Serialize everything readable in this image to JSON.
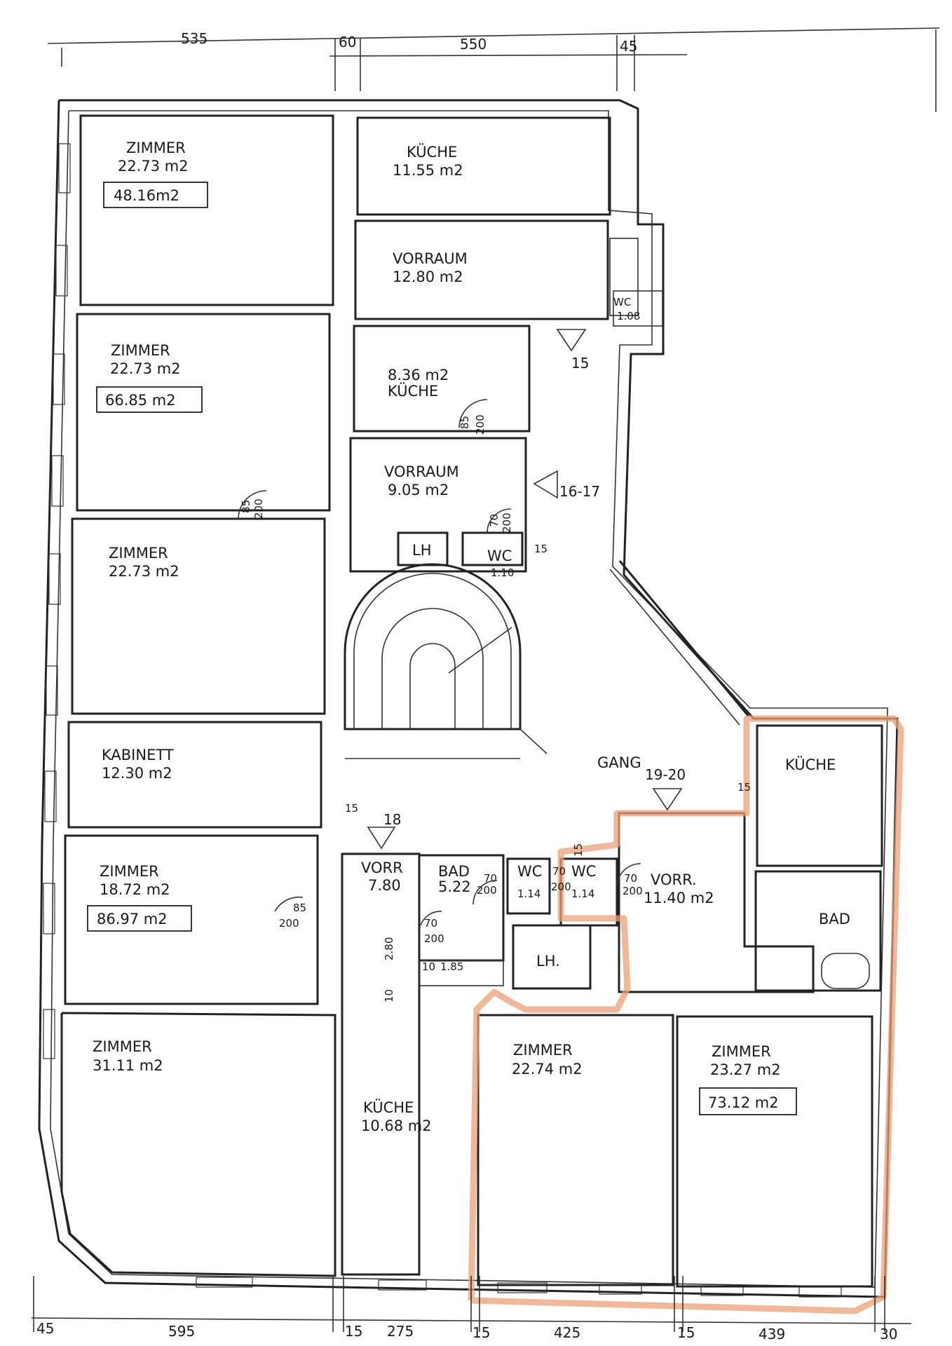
{
  "dimensions": {
    "top": [
      "535",
      "60",
      "550",
      "45"
    ],
    "bottom": [
      "45",
      "595",
      "15",
      "275",
      "15",
      "425",
      "15",
      "439",
      "30"
    ]
  },
  "rooms": [
    {
      "name": "ZIMMER",
      "area": "22.73 m2",
      "total": "48.16m2"
    },
    {
      "name": "KÜCHE",
      "area": "11.55 m2"
    },
    {
      "name": "VORRAUM",
      "area": "12.80 m2"
    },
    {
      "name": "WC",
      "area": "1.08"
    },
    {
      "name": "ZIMMER",
      "area": "22.73 m2",
      "total": "66.85 m2"
    },
    {
      "name": "KÜCHE",
      "area": "8.36 m2"
    },
    {
      "name": "VORRAUM",
      "area": "9.05 m2"
    },
    {
      "name": "LH"
    },
    {
      "name": "WC",
      "area": "1.10"
    },
    {
      "name": "ZIMMER",
      "area": "22.73 m2"
    },
    {
      "name": "KABINETT",
      "area": "12.30 m2"
    },
    {
      "name": "ZIMMER",
      "area": "18.72 m2",
      "total": "86.97 m2"
    },
    {
      "name": "ZIMMER",
      "area": "31.11 m2"
    },
    {
      "name": "GANG"
    },
    {
      "name": "VORR",
      "area": "7.80"
    },
    {
      "name": "BAD",
      "area": "5.22"
    },
    {
      "name": "WC",
      "area": "1.14"
    },
    {
      "name": "WC",
      "area": "1.14"
    },
    {
      "name": "VORR.",
      "area": "11.40 m2"
    },
    {
      "name": "LH."
    },
    {
      "name": "KÜCHE",
      "area": "10.68 m2"
    },
    {
      "name": "KÜCHE"
    },
    {
      "name": "BAD"
    },
    {
      "name": "ZIMMER",
      "area": "22.74 m2"
    },
    {
      "name": "ZIMMER",
      "area": "23.27 m2",
      "total": "73.12 m2"
    }
  ],
  "markers": [
    "15",
    "16-17",
    "18",
    "19-20",
    "15",
    "15",
    "15",
    "15"
  ],
  "door_sizes": [
    "85",
    "200",
    "85",
    "200",
    "70",
    "200",
    "85",
    "200",
    "70",
    "200",
    "70",
    "200",
    "70",
    "200",
    "70",
    "200"
  ],
  "misc_dims": [
    "2.80",
    "10",
    "1.85",
    "10"
  ],
  "colors": {
    "highlight": "#e9a07a",
    "lines": "#222222"
  }
}
